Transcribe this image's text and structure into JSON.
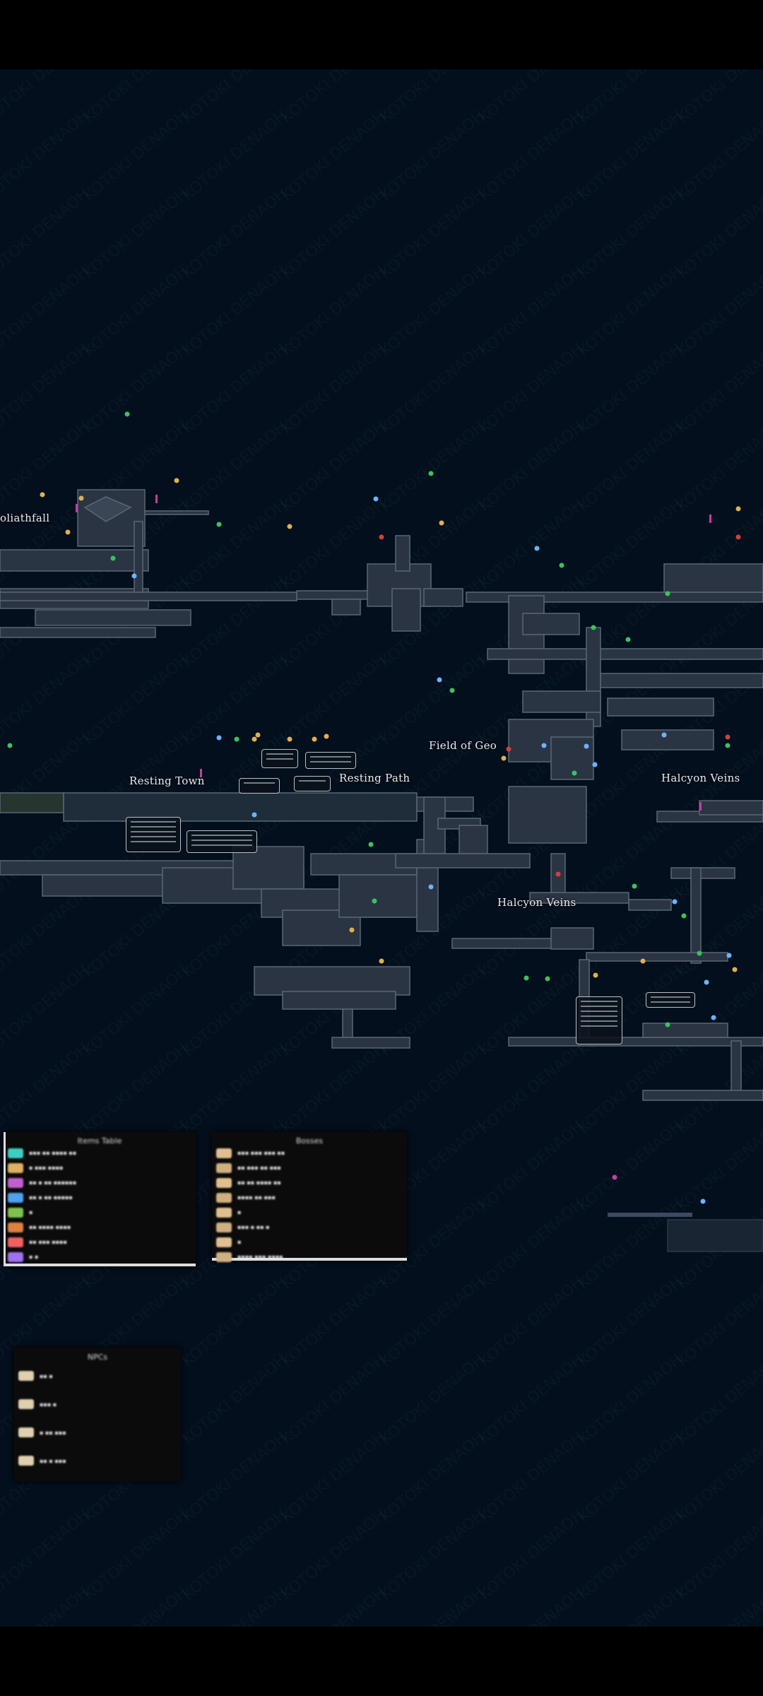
{
  "colors": {
    "background": "#030f1c",
    "room_fill": "#2b3442",
    "room_edge": "#5b6677",
    "label_text": "#e8ecef",
    "geo_marker": "#e0b050",
    "ally_marker": "#3cc060",
    "crystal_marker": "#6ab4ff",
    "gate_marker": "#c040a0",
    "danger_marker": "#d04040"
  },
  "map": {
    "area_labels": [
      {
        "id": "goliathfall",
        "text": "oliathfall"
      },
      {
        "id": "resting-town",
        "text": "Resting Town"
      },
      {
        "id": "resting-path",
        "text": "Resting Path"
      },
      {
        "id": "field-of-geo",
        "text": "Field of Geo"
      },
      {
        "id": "halcyon-veins-east",
        "text": "Halcyon Veins"
      },
      {
        "id": "halcyon-veins-south",
        "text": "Halcyon Veins"
      }
    ],
    "watermark": "KOTOKI DENAOH"
  },
  "legends": [
    {
      "id": "legend-items",
      "title": "Items Table",
      "rows": [
        "▪▪▪ ▪▪ ▪▪▪▪ ▪▪",
        "▪ ▪▪▪ ▪▪▪▪",
        "▪▪ ▪ ▪▪ ▪▪▪▪▪▪",
        "▪▪ ▪ ▪▪ ▪▪▪▪▪",
        "▪",
        "▪▪ ▪▪▪▪ ▪▪▪▪",
        "▪▪ ▪▪▪ ▪▪▪▪",
        "▪ ▪"
      ]
    },
    {
      "id": "legend-bosses",
      "title": "Bosses",
      "rows": [
        "▪▪▪ ▪▪▪ ▪▪▪ ▪▪",
        "▪▪ ▪▪▪ ▪▪ ▪▪▪",
        "▪▪ ▪▪ ▪▪▪▪ ▪▪",
        "▪▪▪▪ ▪▪ ▪▪▪",
        "▪",
        "▪▪▪ ▪ ▪▪ ▪",
        "▪",
        "▪▪▪▪ ▪▪▪ ▪▪▪▪"
      ]
    },
    {
      "id": "legend-npcs",
      "title": "NPCs",
      "rows": [
        "▪▪ ▪",
        "▪▪▪ ▪",
        "▪ ▪▪ ▪▪▪",
        "▪▪ ▪ ▪▪▪"
      ]
    }
  ]
}
